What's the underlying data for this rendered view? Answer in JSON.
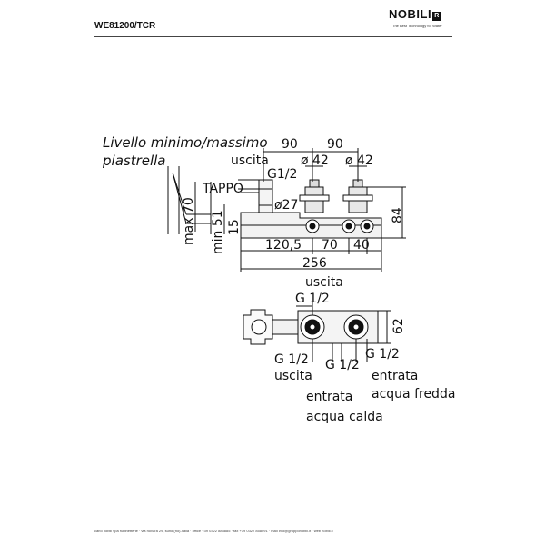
{
  "header": {
    "product_code": "WE81200/TCR",
    "brand": "NOBILI",
    "brand_mark": "R",
    "tagline": "The Best Technology for Water"
  },
  "side_view": {
    "note_line1": "Livello minimo/massimo",
    "note_line2": "piastrella",
    "label_uscita": "uscita",
    "label_g12": "G1/2",
    "label_tappo": "TAPPO",
    "dim_90_left": "90",
    "dim_90_right": "90",
    "dim_dia42_left": "ø 42",
    "dim_dia42_right": "ø 42",
    "dim_dia27": "ø27",
    "dim_max70": "max 70",
    "dim_min51": "min 51",
    "dim_15": "15",
    "dim_120_5": "120,5",
    "dim_70": "70",
    "dim_40": "40",
    "dim_84": "84",
    "dim_256": "256"
  },
  "top_view": {
    "label_uscita_top": "uscita",
    "label_g12_top": "G 1/2",
    "dim_62": "62",
    "label_g12_left": "G 1/2",
    "label_uscita_left": "uscita",
    "label_g12_mid": "G 1/2",
    "label_g12_right": "G 1/2",
    "label_entrata_right": "entrata",
    "label_acqua_fredda": "acqua fredda",
    "label_entrata_mid": "entrata",
    "label_acqua_calda": "acqua calda"
  },
  "footer": {
    "text": "carlo nobili spa rubinetterie · via novara 29, suno (no)-italia · office +39 0322 885885 · fax +39 0322 858091 · mail info@grupponobili.it · web nobili.it"
  }
}
